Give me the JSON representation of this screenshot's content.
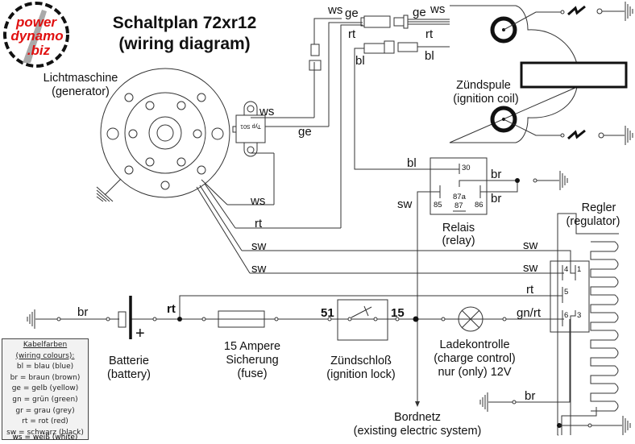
{
  "logo": {
    "line1": "power",
    "line2": "dynamo",
    "line3": ".biz",
    "color": "#e01010"
  },
  "title": {
    "line1": "Schaltplan 72xr12",
    "line2": "(wiring diagram)"
  },
  "components": {
    "generator": {
      "line1": "Lichtmaschine",
      "line2": "(generator)"
    },
    "ignition_coil": {
      "line1": "Zündspule",
      "line2": "(ignition coil)"
    },
    "pickup": {
      "label": "Typ S01"
    },
    "relay": {
      "line1": "Relais",
      "line2": "(relay)",
      "pins": {
        "p30": "30",
        "p85": "85",
        "p87a": "87a",
        "p87": "87",
        "p86": "86"
      }
    },
    "regulator": {
      "line1": "Regler",
      "line2": "(regulator)",
      "pins": {
        "p1": "1",
        "p3": "3",
        "p4": "4",
        "p5": "5",
        "p6": "6"
      }
    },
    "battery": {
      "line1": "Batterie",
      "line2": "(battery)",
      "plus": "+"
    },
    "fuse": {
      "line1": "15 Ampere",
      "line2": "Sicherung",
      "line3": "(fuse)"
    },
    "ignition_lock": {
      "line1": "Zündschloß",
      "line2": "(ignition lock)",
      "term_in": "51",
      "term_out": "15"
    },
    "charge_lamp": {
      "line1": "Ladekontrolle",
      "line2": "(charge control)",
      "line3": "nur (only) 12V"
    },
    "bordnetz": {
      "line1": "Bordnetz",
      "line2": "(existing electric system)"
    }
  },
  "wire_labels": {
    "ws_top": "ws",
    "ge_top": "ge",
    "rt_top": "rt",
    "ge_coil": "ge",
    "ws_coil": "ws",
    "rt_coil": "rt",
    "bl_left": "bl",
    "bl_right": "bl",
    "ws_pickup": "ws",
    "ge_pickup": "ge",
    "ws_gen": "ws",
    "rt_gen": "rt",
    "sw_gen1": "sw",
    "sw_gen2": "sw",
    "bl_relay": "bl",
    "sw_relay": "sw",
    "br_relay1": "br",
    "br_relay2": "br",
    "sw_reg1": "sw",
    "sw_reg2": "sw",
    "rt_reg": "rt",
    "gnrt_reg": "gn/rt",
    "br_batt": "br",
    "rt_batt": "rt",
    "br_bottom": "br"
  },
  "legend": {
    "heading1": "Kabelfarben",
    "heading2": "(wiring colours):",
    "items": [
      "bl = blau (blue)",
      "br = braun (brown)",
      "ge = gelb (yellow)",
      "gn = grün (green)",
      "gr = grau (grey)",
      "rt = rot (red)",
      "sw = schwarz (black)"
    ],
    "last": "ws = weiß (white)"
  }
}
